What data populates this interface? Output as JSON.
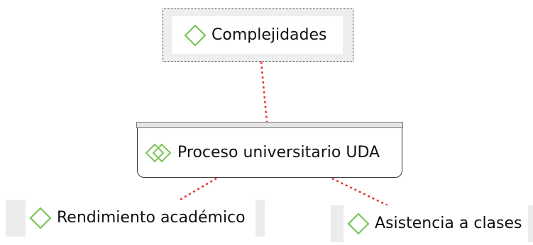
{
  "nodes": {
    "complejidades": {
      "label": "Complejidades",
      "icon": "code-diamond-icon",
      "selected": true
    },
    "proceso": {
      "label": "Proceso universitario UDA",
      "icon": "double-diamond-icon",
      "document": true
    },
    "rendimiento": {
      "label": "Rendimiento académico",
      "icon": "code-diamond-icon"
    },
    "asistencia": {
      "label": "Asistencia a clases",
      "icon": "code-diamond-icon"
    }
  },
  "edges": [
    {
      "from": "complejidades",
      "to": "proceso",
      "style": "dotted"
    },
    {
      "from": "proceso",
      "to": "rendimiento",
      "style": "dotted"
    },
    {
      "from": "proceso",
      "to": "asistencia",
      "style": "dotted"
    }
  ],
  "colors": {
    "edge": "#e8312f",
    "icon_stroke": "#7cc35a",
    "node_background": "#ececec",
    "document_border": "#333333"
  }
}
